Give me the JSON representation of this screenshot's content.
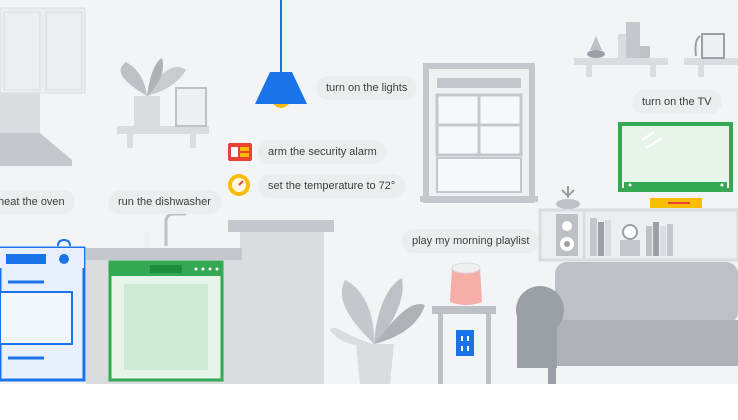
{
  "scene": {
    "colors": {
      "background": "#f3f4f5",
      "wall_outline": "#e1e3e6",
      "gray_light": "#dadce0",
      "gray_mid": "#bdc1c6",
      "gray_dark": "#9aa0a6",
      "blue": "#1a73e8",
      "green": "#34a853",
      "green_light": "#ceead6",
      "red": "#ea4335",
      "yellow": "#fbbc04",
      "pink": "#f6aea9"
    },
    "icons": [
      "range-hood-icon",
      "plant-icon",
      "ceiling-lamp-icon",
      "window-icon",
      "shelf-icon",
      "tv-icon",
      "alarm-panel-icon",
      "thermostat-icon",
      "oven-icon",
      "dishwasher-icon",
      "smart-speaker-icon",
      "outlet-icon",
      "sofa-icon",
      "speaker-icon"
    ],
    "bubbles": [
      {
        "text": "turn on the lights"
      },
      {
        "text": "turn on the TV"
      },
      {
        "text": "arm the security alarm"
      },
      {
        "text": "set the temperature to 72°"
      },
      {
        "text": "heat the oven"
      },
      {
        "text": "run the dishwasher"
      },
      {
        "text": "play my morning playlist"
      }
    ]
  }
}
